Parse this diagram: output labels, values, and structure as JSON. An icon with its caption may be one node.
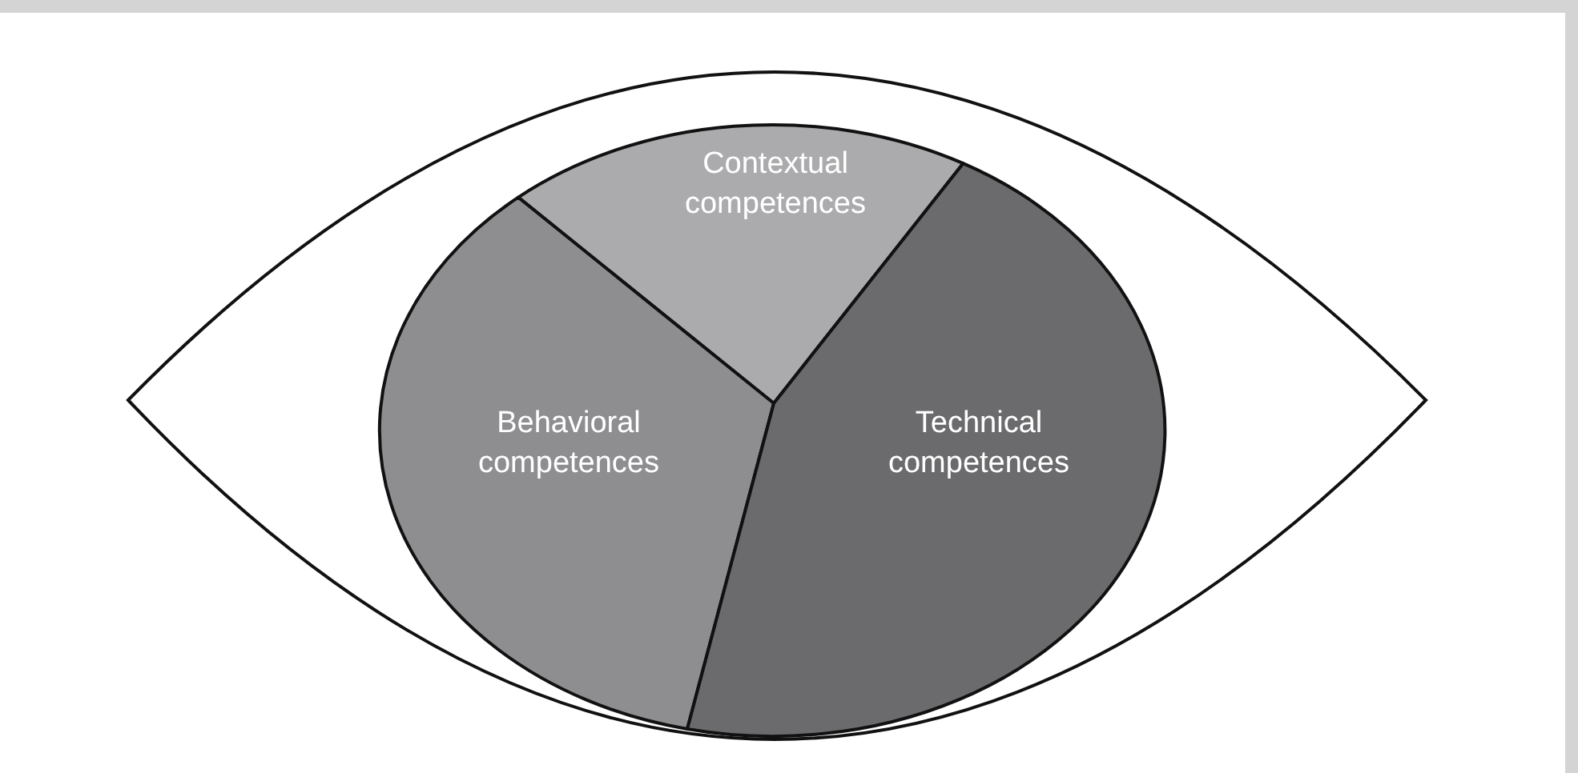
{
  "diagram": {
    "nodes": [
      {
        "text": [
          "Contextual competences"
        ]
      },
      {
        "text": [
          "Behavioral competences"
        ]
      },
      {
        "text": [
          "Technical competences"
        ]
      }
    ]
  }
}
